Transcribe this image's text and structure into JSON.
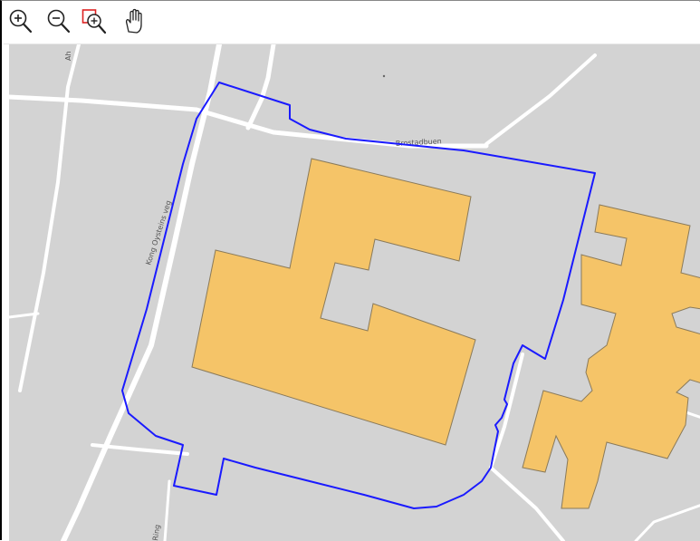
{
  "toolbar": {
    "tools": [
      {
        "name": "zoom-in",
        "icon": "zoom-in-icon"
      },
      {
        "name": "zoom-out",
        "icon": "zoom-out-icon"
      },
      {
        "name": "zoom-box",
        "icon": "zoom-box-icon"
      },
      {
        "name": "pan",
        "icon": "hand-pan-icon"
      }
    ]
  },
  "map": {
    "road_labels": {
      "top_left": "Ah",
      "street_vertical": "Kong Oysteins veg",
      "street_top": "Brostadbuen",
      "bottom_left": "Ring"
    },
    "colors": {
      "background": "#d3d3d3",
      "road": "#ffffff",
      "building_fill": "#f5c468",
      "building_stroke": "#8a7a5a",
      "boundary": "#1a1aff"
    }
  }
}
